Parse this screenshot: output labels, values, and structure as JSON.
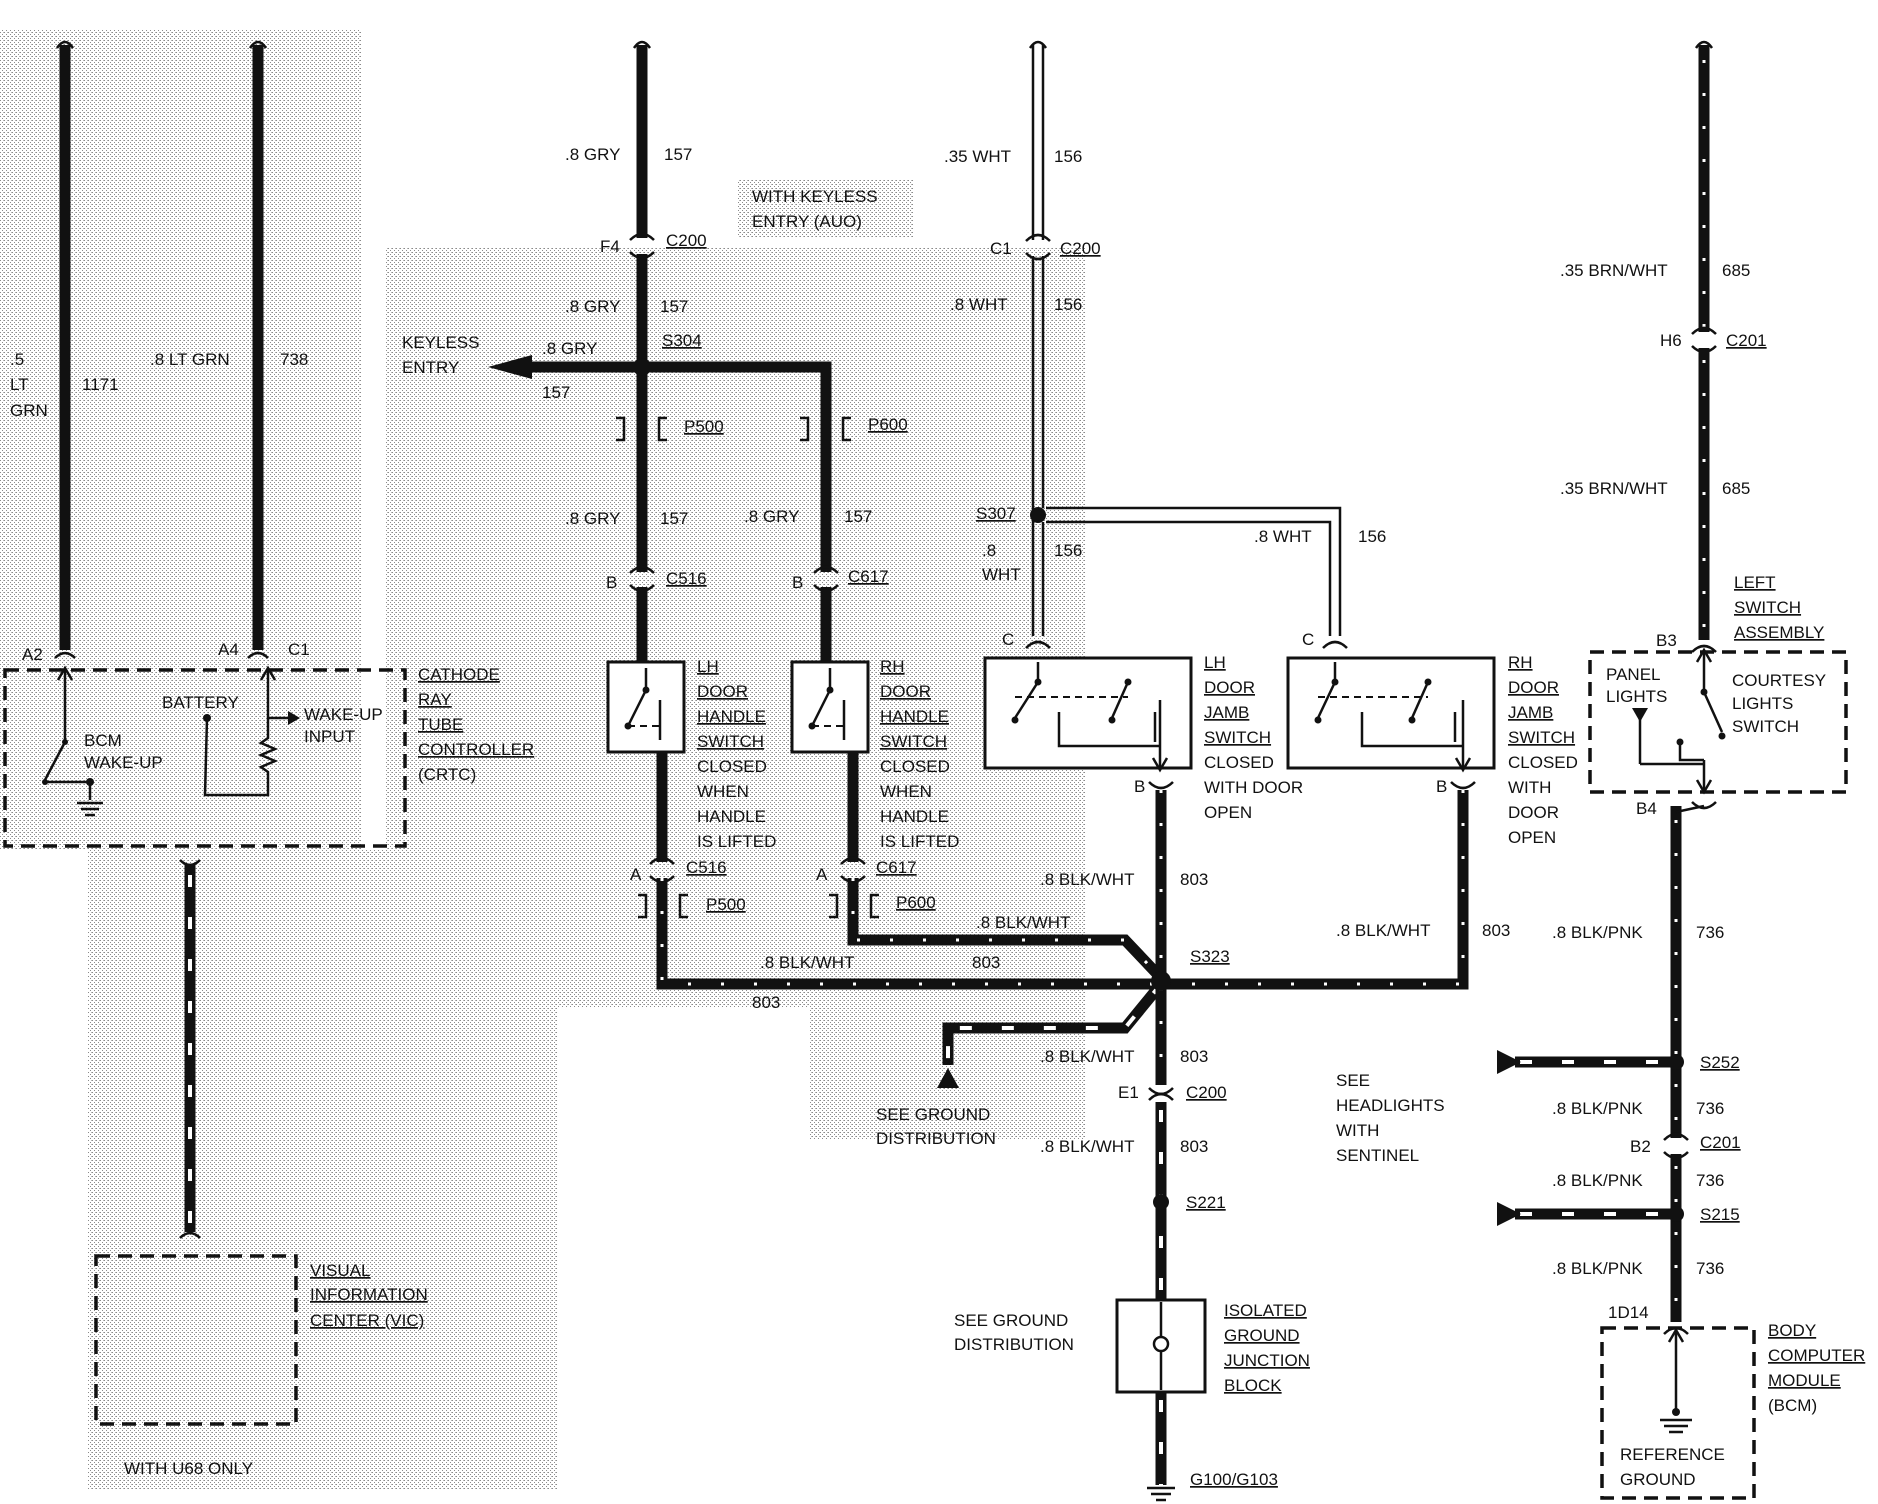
{
  "labels": {
    "crtc_left_gauge": ".5",
    "crtc_left_lt": "LT",
    "crtc_left_grn": "GRN",
    "crtc_left_circuit": "1171",
    "crtc_right_wire": ".8 LT GRN",
    "crtc_right_circuit": "738",
    "pin_a2": "A2",
    "pin_a4": "A4",
    "pin_c1": "C1",
    "battery": "BATTERY",
    "wake_up_input_1": "WAKE-UP",
    "wake_up_input_2": "INPUT",
    "bcm_wake_up_1": "BCM",
    "bcm_wake_up_2": "WAKE-UP",
    "crtc_1": "CATHODE",
    "crtc_2": "RAY",
    "crtc_3": "TUBE",
    "crtc_4": "CONTROLLER",
    "crtc_5": "(CRTC)",
    "vic_1": "VISUAL",
    "vic_2": "INFORMATION",
    "vic_3": "CENTER (VIC)",
    "with_u68": "WITH U68 ONLY",
    "gry_top": ".8 GRY",
    "c157_top": "157",
    "keyless_note_1": "WITH KEYLESS",
    "keyless_note_2": "ENTRY (AUO)",
    "pin_f4": "F4",
    "c200_a": "C200",
    "gry_2": ".8 GRY",
    "c157_2": "157",
    "keyless_1": "KEYLESS",
    "keyless_2": "ENTRY",
    "gry_keyless": ".8 GRY",
    "s304": "S304",
    "c157_keyless": "157",
    "p500_top": "P500",
    "p600_top": "P600",
    "gry_lh": ".8 GRY",
    "c157_lh": "157",
    "gry_rh": ".8 GRY",
    "c157_rh": "157",
    "pin_b_c516": "B",
    "c516_top": "C516",
    "pin_b_c617": "B",
    "c617_top": "C617",
    "lh_handle_1": "LH",
    "lh_handle_2": "DOOR",
    "lh_handle_3": "HANDLE",
    "lh_handle_4": "SWITCH",
    "lh_handle_5": "CLOSED",
    "lh_handle_6": "WHEN",
    "lh_handle_7": "HANDLE",
    "lh_handle_8": "IS LIFTED",
    "rh_handle_1": "RH",
    "rh_handle_2": "DOOR",
    "rh_handle_3": "HANDLE",
    "rh_handle_4": "SWITCH",
    "rh_handle_5": "CLOSED",
    "rh_handle_6": "WHEN",
    "rh_handle_7": "HANDLE",
    "rh_handle_8": "IS LIFTED",
    "pin_a_c516": "A",
    "c516_bot": "C516",
    "pin_a_c617": "A",
    "c617_bot": "C617",
    "p500_bot": "P500",
    "p600_bot": "P600",
    "blkwht_rh_handle": ".8 BLK/WHT",
    "blkwht_lh_handle": ".8 BLK/WHT",
    "c803_lh_a": "803",
    "c803_lh_b": "803",
    "see_ground_1a": "SEE GROUND",
    "see_ground_1b": "DISTRIBUTION",
    "wht_top": ".35 WHT",
    "c156_top": "156",
    "pin_c1b": "C1",
    "c200_b": "C200",
    "wht_2": ".8 WHT",
    "c156_2": "156",
    "s307": "S307",
    "wht_3a": ".8",
    "wht_3b": "WHT",
    "c156_3": "156",
    "wht_rh": ".8 WHT",
    "c156_rh": "156",
    "pin_c_lh": "C",
    "pin_c_rh": "C",
    "lh_jamb_1": "LH",
    "lh_jamb_2": "DOOR",
    "lh_jamb_3": "JAMB",
    "lh_jamb_4": "SWITCH",
    "lh_jamb_5": "CLOSED",
    "lh_jamb_6": "WITH DOOR",
    "lh_jamb_7": "OPEN",
    "rh_jamb_1": "RH",
    "rh_jamb_2": "DOOR",
    "rh_jamb_3": "JAMB",
    "rh_jamb_4": "SWITCH",
    "rh_jamb_5": "CLOSED",
    "rh_jamb_6": "WITH",
    "rh_jamb_7": "DOOR",
    "rh_jamb_8": "OPEN",
    "pin_b_lhj": "B",
    "pin_b_rhj": "B",
    "blkwht_1": ".8 BLK/WHT",
    "c803_1": "803",
    "s323": "S323",
    "blkwht_rhj": ".8 BLK/WHT",
    "c803_rhj": "803",
    "blkwht_2": ".8 BLK/WHT",
    "c803_2": "803",
    "pin_e1": "E1",
    "c200_c": "C200",
    "blkwht_3": ".8 BLK/WHT",
    "c803_3": "803",
    "s221": "S221",
    "see_ground_2a": "SEE GROUND",
    "see_ground_2b": "DISTRIBUTION",
    "igjb_1": "ISOLATED",
    "igjb_2": "GROUND",
    "igjb_3": "JUNCTION",
    "igjb_4": "BLOCK",
    "g100": "G100/G103",
    "see_headlights_1": "SEE",
    "see_headlights_2": "HEADLIGHTS",
    "see_headlights_3": "WITH",
    "see_headlights_4": "SENTINEL",
    "brnwht_1": ".35 BRN/WHT",
    "c685_1": "685",
    "pin_h6": "H6",
    "c201_a": "C201",
    "brnwht_2": ".35 BRN/WHT",
    "c685_2": "685",
    "lsa_1": "LEFT",
    "lsa_2": "SWITCH",
    "lsa_3": "ASSEMBLY",
    "pin_b3": "B3",
    "panel_lights_1": "PANEL",
    "panel_lights_2": "LIGHTS",
    "courtesy_1": "COURTESY",
    "courtesy_2": "LIGHTS",
    "courtesy_3": "SWITCH",
    "pin_b4": "B4",
    "blkpnk_1": ".8 BLK/PNK",
    "c736_1": "736",
    "s252": "S252",
    "blkpnk_2": ".8 BLK/PNK",
    "c736_2": "736",
    "pin_b2": "B2",
    "c201_b": "C201",
    "blkpnk_3": ".8 BLK/PNK",
    "c736_3": "736",
    "s215": "S215",
    "blkpnk_4": ".8 BLK/PNK",
    "c736_4": "736",
    "pin_1d14": "1D14",
    "bcm_1": "BODY",
    "bcm_2": "COMPUTER",
    "bcm_3": "MODULE",
    "bcm_4": "(BCM)",
    "ref_ground_1": "REFERENCE",
    "ref_ground_2": "GROUND"
  }
}
